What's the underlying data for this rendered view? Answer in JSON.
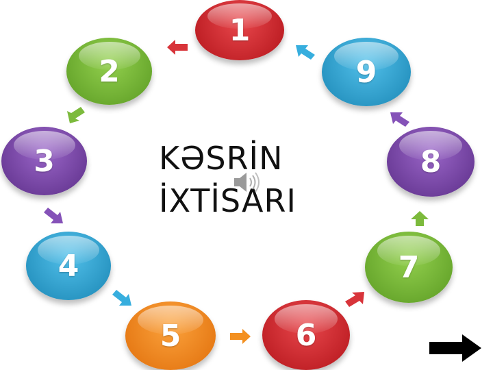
{
  "title": {
    "line1": "KƏSRİN",
    "line2": "İXTİSARI"
  },
  "circles": [
    {
      "number": "1",
      "color": "#cc1f25"
    },
    {
      "number": "2",
      "color": "#6aaa2a"
    },
    {
      "number": "3",
      "color": "#6e3b9c"
    },
    {
      "number": "4",
      "color": "#1e96c6"
    },
    {
      "number": "5",
      "color": "#ef7a10"
    },
    {
      "number": "6",
      "color": "#cc1f25"
    },
    {
      "number": "7",
      "color": "#6aaa2a"
    },
    {
      "number": "8",
      "color": "#6e3b9c"
    },
    {
      "number": "9",
      "color": "#1e96c6"
    }
  ],
  "icons": {
    "audio": "speaker-icon",
    "next": "right-arrow-icon"
  }
}
